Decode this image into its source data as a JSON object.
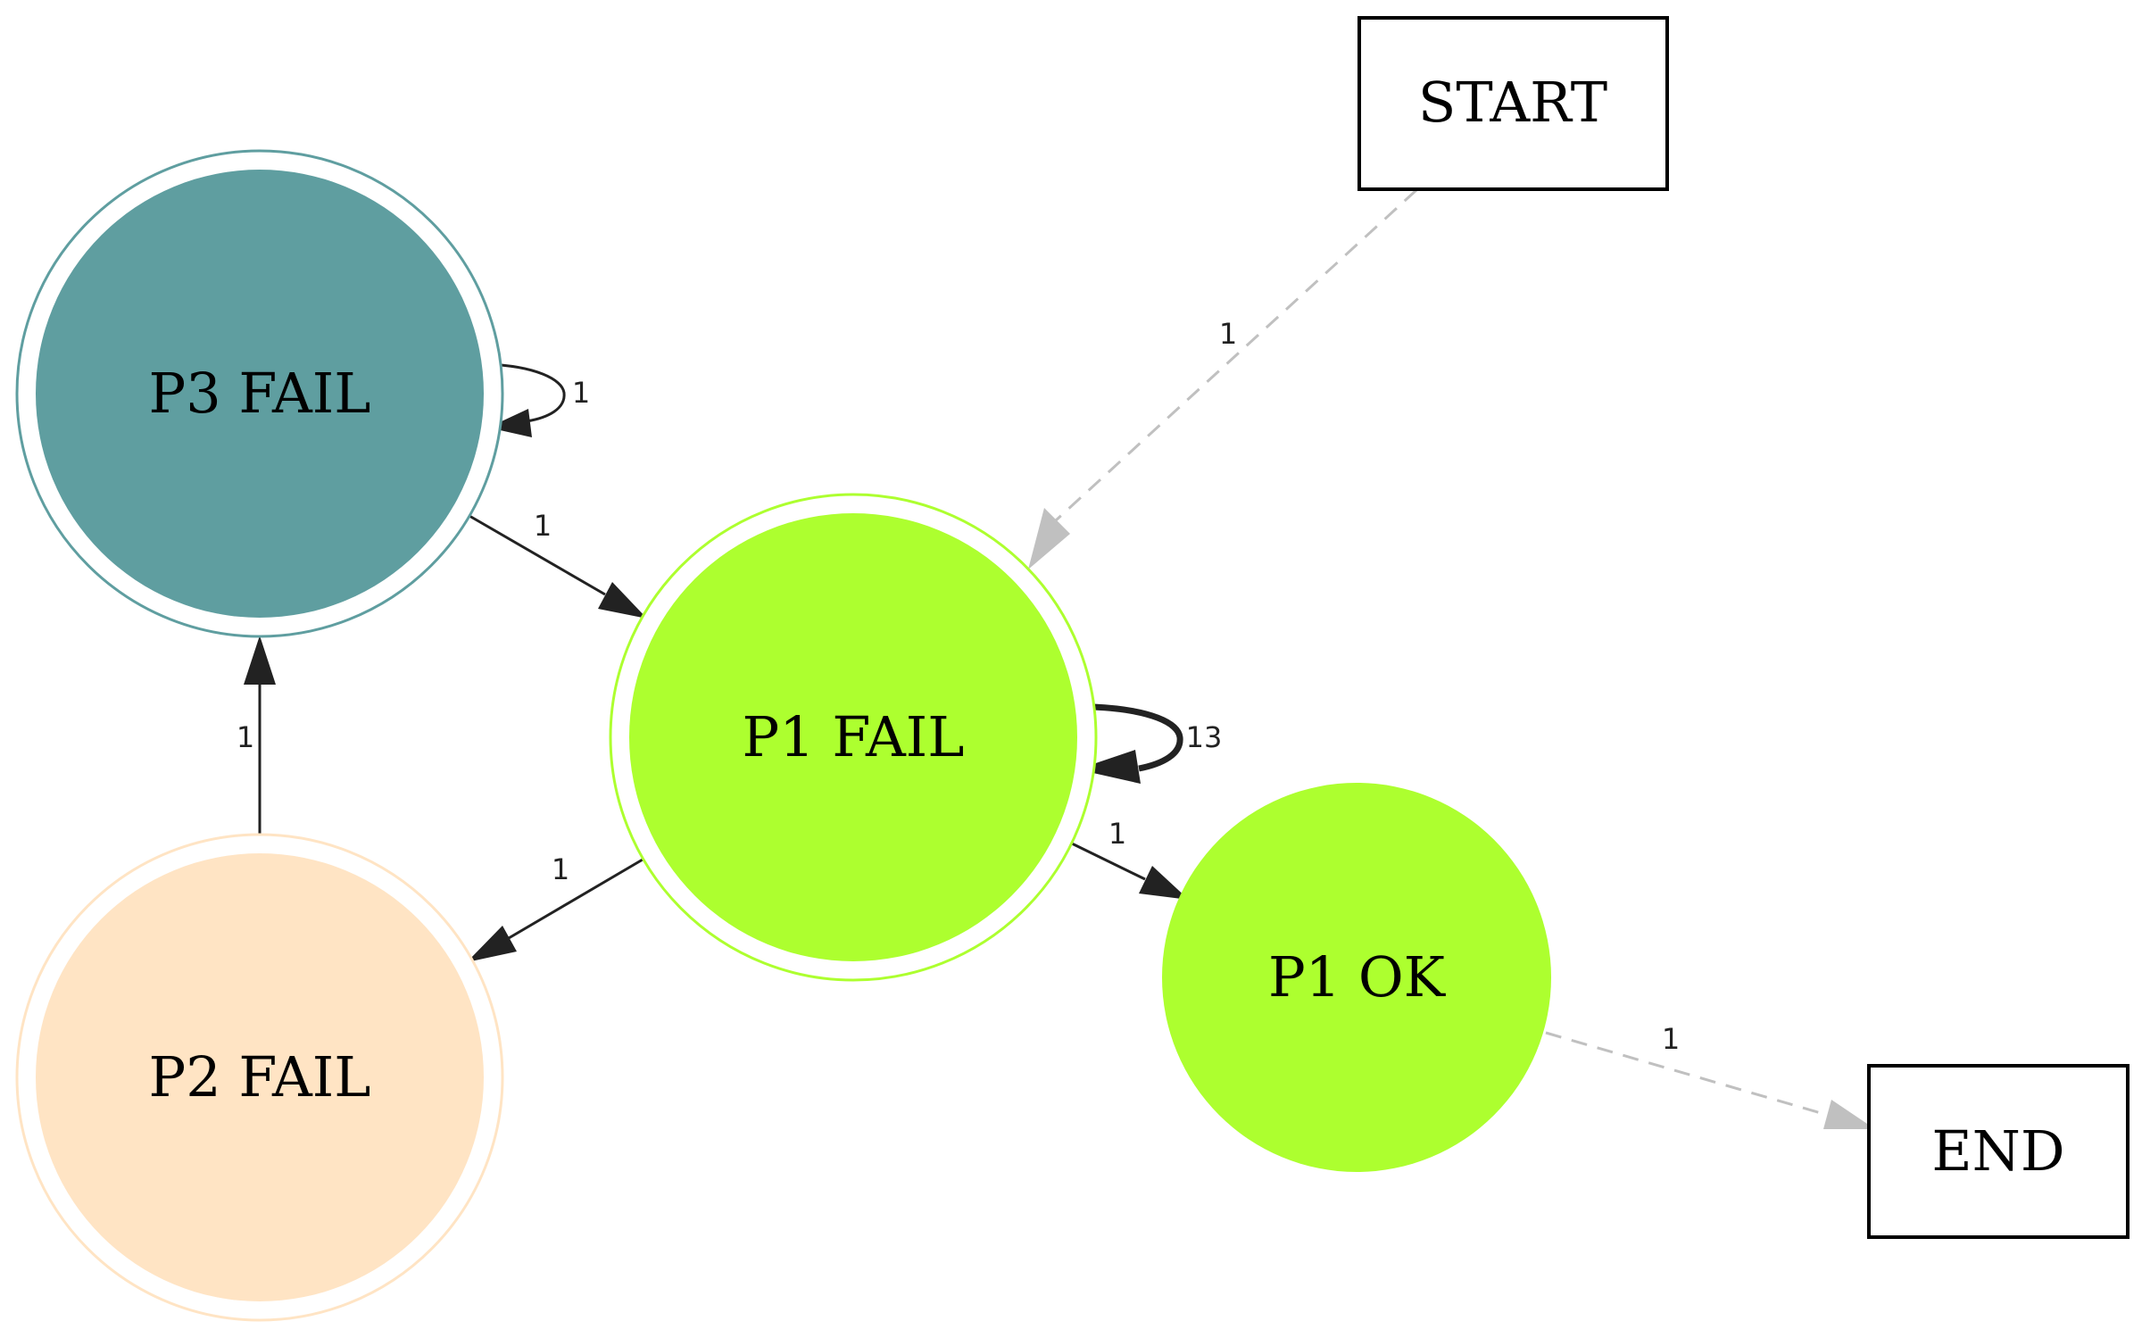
{
  "colors": {
    "p3_fail": "#5f9ea0",
    "p1": "#adff2f",
    "p2_fail_fill": "#ffe4c4",
    "edge_solid": "#222222",
    "edge_dashed": "#c0c0c0"
  },
  "nodes": {
    "start": "START",
    "end": "END",
    "p3_fail": "P3 FAIL",
    "p1_fail": "P1 FAIL",
    "p2_fail": "P2 FAIL",
    "p1_ok": "P1 OK"
  },
  "edges": {
    "start_to_p1_fail": "1",
    "p3_fail_self": "1",
    "p3_fail_to_p1_fail": "1",
    "p1_fail_self": "13",
    "p1_fail_to_p2_fail": "1",
    "p1_fail_to_p1_ok": "1",
    "p2_fail_to_p3_fail": "1",
    "p1_ok_to_end": "1"
  }
}
